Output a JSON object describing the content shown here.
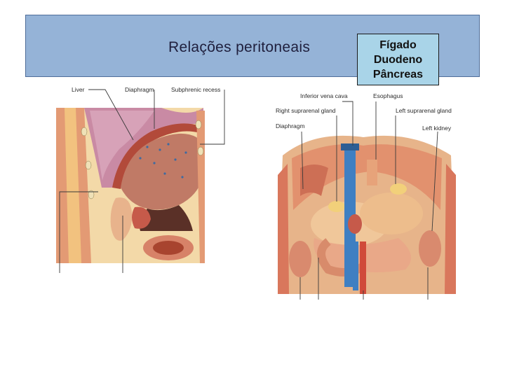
{
  "slide": {
    "title": "Relações peritoneais",
    "topics": [
      "Fígado",
      "Duodeno",
      "Pâncreas"
    ]
  },
  "figure_left": {
    "labels": {
      "liver": "Liver",
      "diaphragm": "Diaphragm",
      "subphrenic": "Subphrenic recess"
    }
  },
  "figure_right": {
    "labels": {
      "ivc": "Inferior vena cava",
      "esophagus": "Esophagus",
      "right_suprarenal": "Right suprarenal gland",
      "left_suprarenal": "Left suprarenal gland",
      "diaphragm": "Diaphragm",
      "left_kidney": "Left kidney"
    }
  },
  "colors": {
    "banner": "#95b3d7",
    "topic_box": "#a9d4e8"
  }
}
